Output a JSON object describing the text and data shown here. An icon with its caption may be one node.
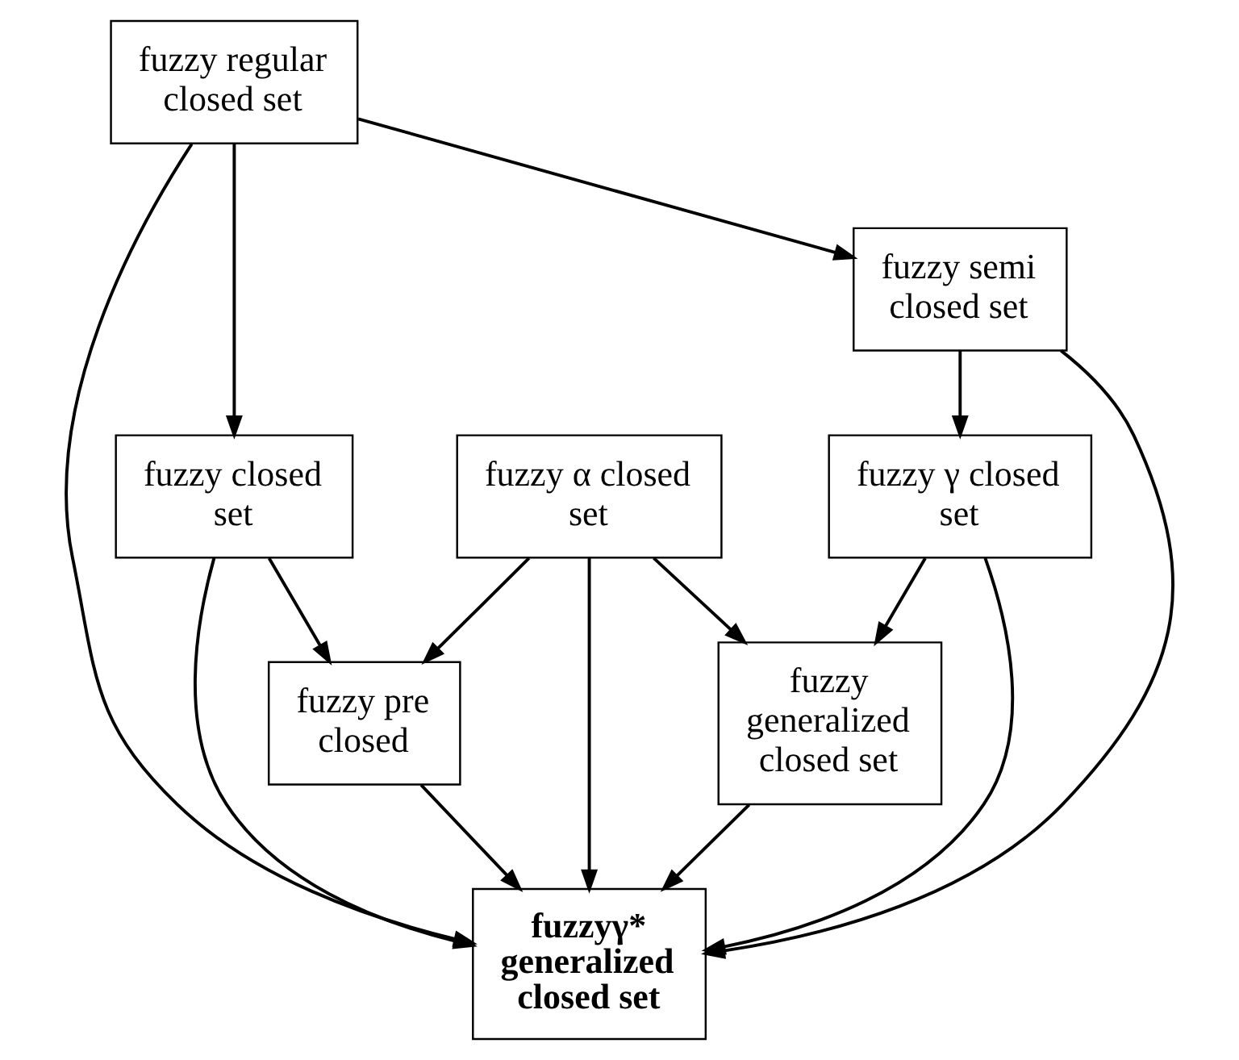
{
  "diagram": {
    "nodes": [
      {
        "text": [
          "fuzzy closed set"
        ]
      },
      {
        "text": [
          "fuzzy pre closed"
        ]
      },
      {
        "text": [
          "fuzzy regular closed set"
        ]
      },
      {
        "text": [
          "fuzzyγ* generalized closed set"
        ]
      },
      {
        "text": [
          "fuzzy α closed set"
        ]
      },
      {
        "text": [
          "fuzzy semi closed set"
        ]
      },
      {
        "text": [
          "fuzzy generalized closed set"
        ]
      },
      {
        "text": [
          "fuzzy γ closed set"
        ]
      }
    ],
    "edges": [
      {
        "from": 0,
        "to": 1,
        "arrow": "to"
      },
      {
        "from": 2,
        "to": 0,
        "arrow": "to"
      },
      {
        "from": 0,
        "to": 3,
        "arrow": "to"
      },
      {
        "from": 1,
        "to": 3,
        "arrow": "to"
      },
      {
        "from": 2,
        "to": 3,
        "arrow": "to"
      },
      {
        "from": 2,
        "to": 5,
        "arrow": "to"
      },
      {
        "from": 4,
        "to": 1,
        "arrow": "to"
      },
      {
        "from": 4,
        "to": 3,
        "arrow": "to"
      },
      {
        "from": 5,
        "to": 3,
        "arrow": "to"
      },
      {
        "from": 4,
        "to": 6,
        "arrow": "to"
      },
      {
        "from": 5,
        "to": 7,
        "arrow": "to"
      },
      {
        "from": 7,
        "to": 6,
        "arrow": "to"
      },
      {
        "from": 6,
        "to": 3,
        "arrow": "to"
      },
      {
        "from": 7,
        "to": 3,
        "arrow": "to"
      }
    ]
  }
}
